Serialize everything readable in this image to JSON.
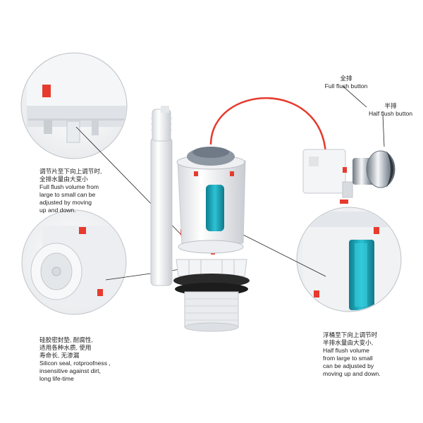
{
  "callouts": {
    "top_left": {
      "lines": [
        "调节片至下向上调节时,",
        "全排水量由大变小",
        "Full flush volume from",
        "large to small can be",
        "adjusted by moving",
        "up and down."
      ]
    },
    "bottom_left": {
      "lines": [
        "硅胶密封垫,  耐腐性,",
        "适用各种水质,  使用",
        "寿命长,  无渗漏",
        "Silicon seal, rotproofness ,",
        "insensitive against dirt,",
        "long life-time"
      ]
    },
    "bottom_right": {
      "lines": [
        "浮桶至下向上调节时",
        "半排水量由大变小,",
        "Half flush volume",
        "from large to small",
        "can be adjusted by",
        "moving up and down."
      ]
    },
    "full_flush": {
      "lines": [
        "全排",
        "Full flush button"
      ]
    },
    "half_flush": {
      "lines": [
        "半排",
        "Half flush button"
      ]
    }
  },
  "colors": {
    "accent_red": "#e63b2e",
    "teal_window": "#1aa6b8",
    "body_white": "#f2f3f5",
    "seal_black": "#1c1c1c",
    "chrome": "#b9c0c8"
  }
}
